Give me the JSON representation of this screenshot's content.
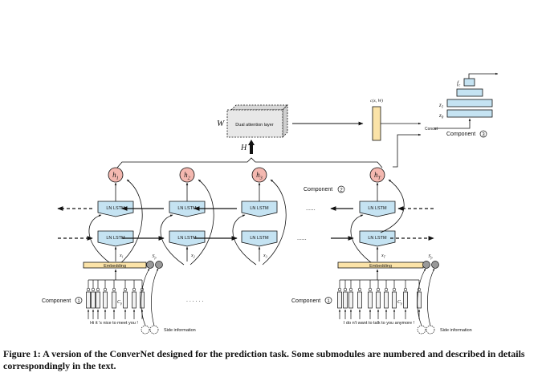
{
  "figure": {
    "caption_label": "Figure 1:",
    "caption_text": " A version of the ConverNet designed for the prediction task. Some submodules are numbered and described in details correspondingly in the text."
  },
  "attention": {
    "box_label": "Dual attention layer",
    "w_label": "W",
    "h_label": "H",
    "context_label": "c(x, W)"
  },
  "classifier": {
    "fc_label": "f_c",
    "z1_label": "z_1",
    "z0_label": "z_0",
    "concat_label": "Concat",
    "component_label": "Component",
    "component_number": "3"
  },
  "hidden_states": [
    "h1",
    "h2",
    "h3",
    "hT"
  ],
  "hidden_display": [
    {
      "main": "h",
      "sub": "1"
    },
    {
      "main": "h",
      "sub": "2"
    },
    {
      "main": "h",
      "sub": "3"
    },
    {
      "main": "h",
      "sub": "T"
    }
  ],
  "lstm_label": "LN LSTM",
  "inputs": [
    {
      "main": "x",
      "sub": "1"
    },
    {
      "main": "x",
      "sub": "2"
    },
    {
      "main": "x",
      "sub": "3"
    },
    {
      "main": "x",
      "sub": "T"
    }
  ],
  "component2": {
    "label": "Component",
    "number": "2"
  },
  "ellipsis": "......",
  "ellipsis_bottom": ". . . . . .",
  "utterance_left": {
    "embedding_label": "Embedding",
    "component_label": "Component",
    "component_number": "1",
    "cp_label": "C_p",
    "sentence": "Hi it 's nice to meet you !",
    "sp_label": "S_p",
    "side_info_label": "Side information"
  },
  "utterance_right": {
    "embedding_label": "Embedding",
    "component_label": "Component",
    "component_number": "1",
    "cp_label": "C_p",
    "sentence": "I do n't want to talk to you anymore !",
    "sp_label": "S_p",
    "side_info_label": "Side information"
  },
  "colors": {
    "lstm_fill": "#c5e3f2",
    "hidden_fill": "#f4b8b0",
    "embedding_fill": "#fbe3a8",
    "attention_fill": "#e8e8e8",
    "side_node_fill": "#999999",
    "stroke": "#111111"
  }
}
